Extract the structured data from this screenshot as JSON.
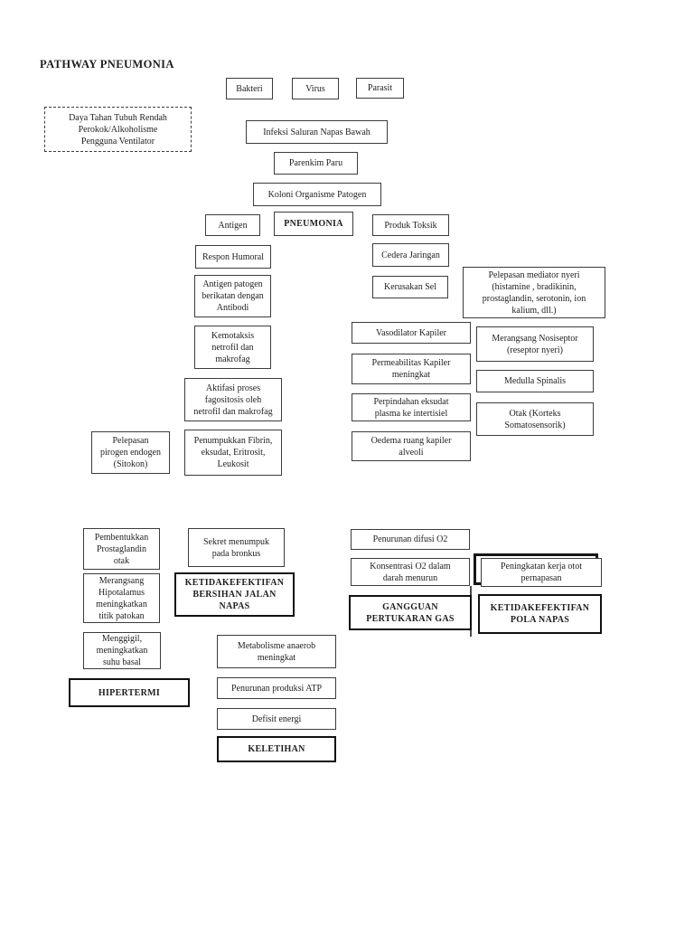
{
  "title": "PATHWAY PNEUMONIA",
  "colors": {
    "page_bg": "#ffffff",
    "ink": "#1e1e1e",
    "thin_border": "#3c3c3c",
    "thick_border": "#101010"
  },
  "diagram": {
    "nodes": {
      "bakteri": "Bakteri",
      "virus": "Virus",
      "parasit": "Parasit",
      "risk_factors": "Daya Tahan Tubuh Rendah\nPerokok/Alkoholisme\nPengguna Ventilator",
      "infeksi": "Infeksi Saluran Napas Bawah",
      "parenkim": "Parenkim Paru",
      "koloni": "Koloni Organisme Patogen",
      "antigen": "Antigen",
      "pneumonia": "PNEUMONIA",
      "produk_toksik": "Produk Toksik",
      "respon_humoral": "Respon Humoral",
      "cedera_jaringan": "Cedera Jaringan",
      "antigen_patogen": "Antigen patogen\nberikatan dengan\nAntibodi",
      "kerusakan_sel": "Kerusakan Sel",
      "mediator_nyeri": "Pelepasan mediator nyeri\n(histamine , bradikinin,\nprostaglandin, serotonin, ion\nkalium, dll.)",
      "kemotaksis": "Kemotaksis\nnetrofil dan\nmakrofag",
      "vasodilator": "Vasodilator Kapiler",
      "nosiseptor": "Merangsang Nosiseptor\n(reseptor nyeri)",
      "permeabilitas": "Permeabilitas Kapiler\nmeningkat",
      "medulla": "Medulla Spinalis",
      "aktifasi": "Aktifasi proses\nfagositosis oleh\nnetrofil dan makrofag",
      "perpindahan": "Perpindahan eksudat\nplasma ke intertisiel",
      "otak": "Otak (Korteks\nSomatosensorik)",
      "pirogen": "Pelepasan\npirogen endogen\n(Sitokon)",
      "penumpukkan": "Penumpukkan Fibrin,\neksudat, Eritrosit,\nLeukosit",
      "oedema": "Oedema ruang kapiler\nalveoli",
      "pembentukkan": "Pembentukkan\nProstaglandin\notak",
      "sekret": "Sekret menumpuk\npada bronkus",
      "penurunan_difusi": "Penurunan difusi O2",
      "hipotalamus": "Merangsang\nHipotalamus\nmeningkatkan\ntitik patokan",
      "bersihan_napas": "KETIDAKEFEKTIFAN\nBERSIHAN JALAN\nNAPAS",
      "konsentrasi": "Konsentrasi O2 dalam\ndarah menurun",
      "peningkatan": "Peningkatan kerja otot\npernapasan",
      "gangguan_gas": "GANGGUAN\nPERTUKARAN GAS",
      "pola_napas": "KETIDAKEFEKTIFAN\nPOLA NAPAS",
      "menggigil": "Menggigil,\nmeningkatkan\nsuhu basal",
      "metabolisme": "Metabolisme anaerob\nmeningkat",
      "hipertermi": "HIPERTERMI",
      "produksi_atp": "Penurunan produksi ATP",
      "defisit_energi": "Defisit energi",
      "keletihan": "KELETIHAN"
    }
  }
}
